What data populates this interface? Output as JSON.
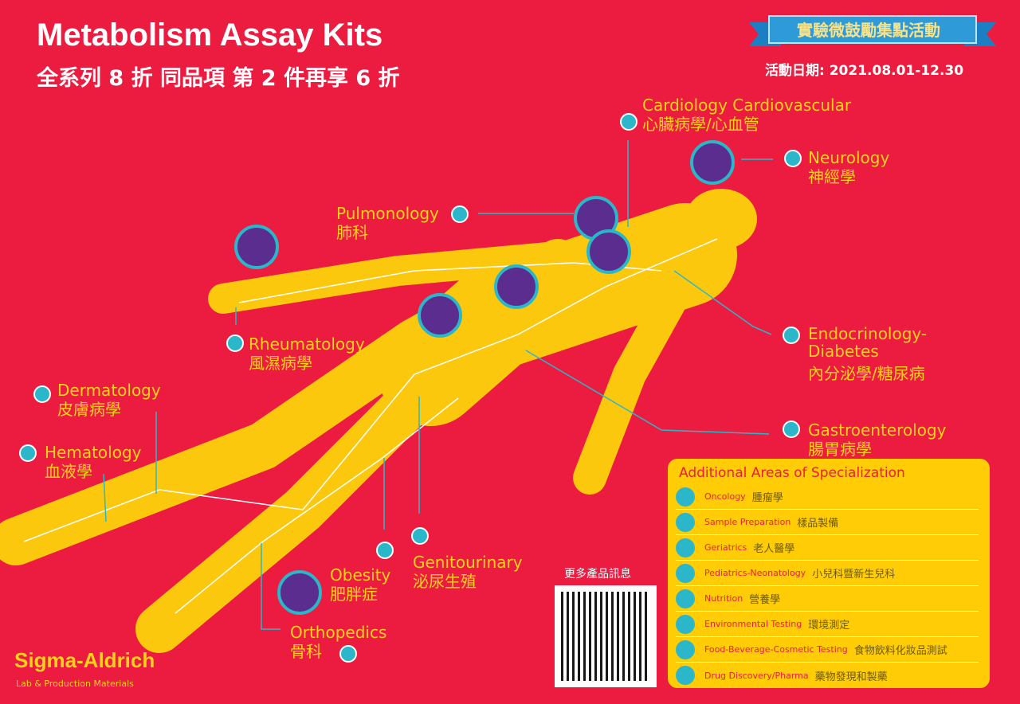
{
  "header": {
    "title": "Metabolism Assay Kits",
    "subtitle": "全系列 8 折 同品項 第 2 件再享 6 折"
  },
  "promo": {
    "banner": "實驗微鼓勵集點活動",
    "date": "活動日期: 2021.08.01-12.30"
  },
  "areas": [
    {
      "en": "Cardiology Cardiovascular",
      "zh": "心臟病學/心血管"
    },
    {
      "en": "Neurology",
      "zh": "神經學"
    },
    {
      "en": "Pulmonology",
      "zh": "肺科"
    },
    {
      "en": "Rheumatology",
      "zh": "風濕病學"
    },
    {
      "en": "Endocrinology-\nDiabetes",
      "zh": "內分泌學/糖尿病"
    },
    {
      "en": "Dermatology",
      "zh": "皮膚病學"
    },
    {
      "en": "Hematology",
      "zh": "血液學"
    },
    {
      "en": "Gastroenterology",
      "zh": "腸胃病學"
    },
    {
      "en": "Genitourinary",
      "zh": "泌尿生殖"
    },
    {
      "en": "Obesity",
      "zh": "肥胖症"
    },
    {
      "en": "Orthopedics",
      "zh": "骨科"
    }
  ],
  "additional": {
    "title": "Additional Areas of Specialization",
    "items": [
      {
        "en": "Oncology",
        "zh": "腫瘤學"
      },
      {
        "en": "Sample Preparation",
        "zh": "樣品製備"
      },
      {
        "en": "Geriatrics",
        "zh": "老人醫學"
      },
      {
        "en": "Pediatrics-Neonatology",
        "zh": "小兒科暨新生兒科"
      },
      {
        "en": "Nutrition",
        "zh": "營養學"
      },
      {
        "en": "Environmental Testing",
        "zh": "環境測定"
      },
      {
        "en": "Food-Beverage-Cosmetic Testing",
        "zh": "食物飲料化妝品測試"
      },
      {
        "en": "Drug Discovery/Pharma",
        "zh": "藥物發現和製藥"
      }
    ]
  },
  "qr": {
    "label": "更多產品訊息"
  },
  "brand": {
    "name": "Sigma-Aldrich",
    "tagline": "Lab & Production Materials"
  }
}
